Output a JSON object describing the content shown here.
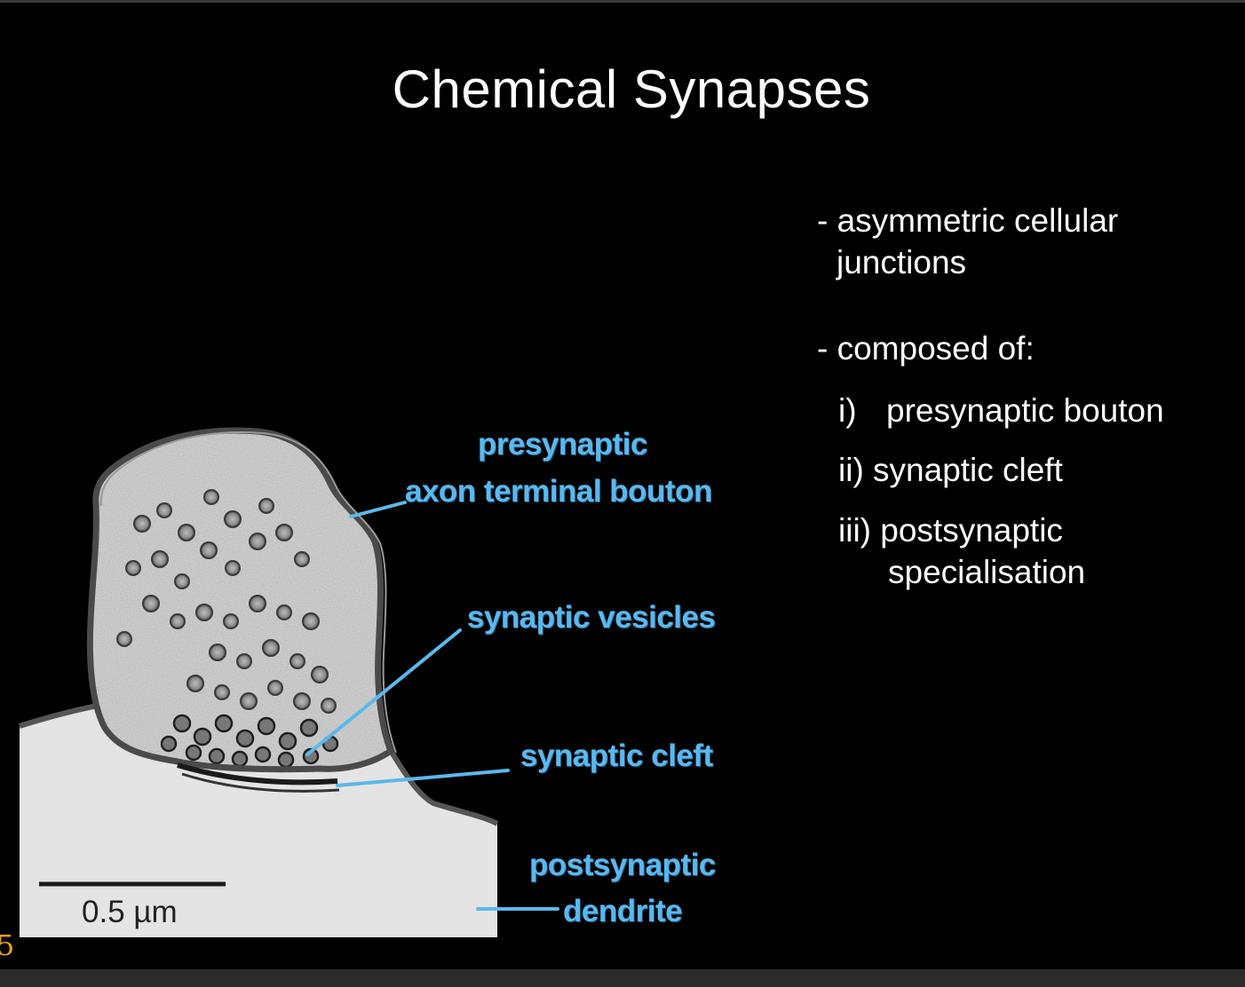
{
  "slide": {
    "title": "Chemical Synapses",
    "bullets": [
      "- asymmetric cellular",
      "junctions",
      "- composed of:",
      "i)",
      "presynaptic bouton",
      "ii)  synaptic cleft",
      "iii) postsynaptic",
      "specialisation"
    ],
    "slide_number": "5"
  },
  "figure": {
    "labels": {
      "presynaptic_line1": "presynaptic",
      "presynaptic_line2": "axon terminal bouton",
      "vesicles": "synaptic vesicles",
      "cleft": "synaptic cleft",
      "postsynaptic_line1": "postsynaptic",
      "postsynaptic_line2": "dendrite"
    },
    "scale_bar": "0.5 µm",
    "label_color": "#5bb8ec"
  }
}
